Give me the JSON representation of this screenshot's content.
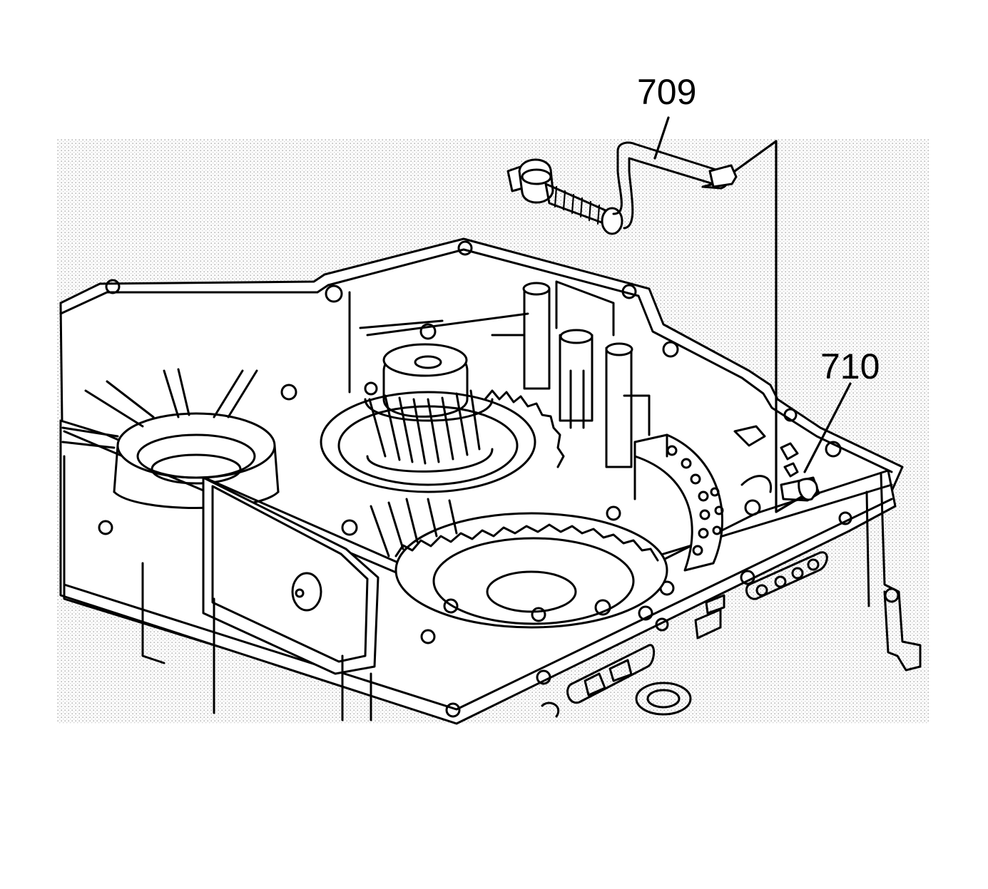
{
  "callouts": [
    {
      "id": "709",
      "label": "709"
    },
    {
      "id": "710",
      "label": "710"
    }
  ],
  "colors": {
    "ink": "#000000",
    "shading": "#d9d9d9",
    "background": "#ffffff"
  },
  "icons": {
    "part_709": "tube-with-fitting-icon",
    "part_710": "case-bore-location-icon"
  }
}
